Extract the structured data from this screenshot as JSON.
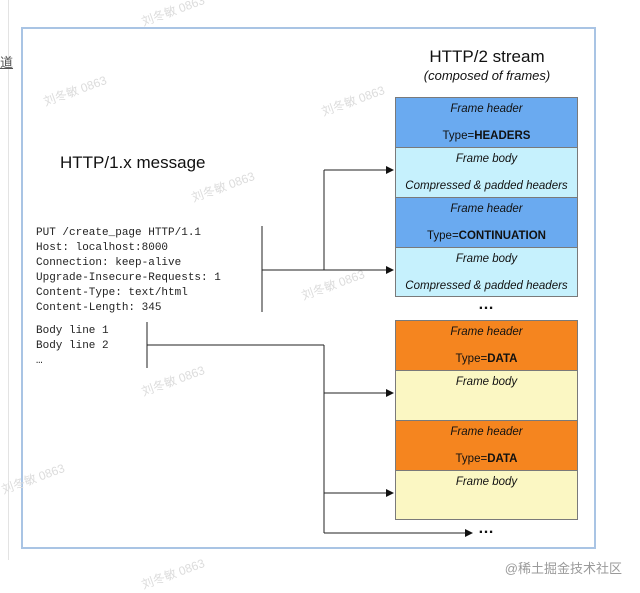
{
  "edge_text": "道",
  "stream": {
    "title": "HTTP/2 stream",
    "subtitle": "(composed of frames)"
  },
  "message": {
    "title": "HTTP/1.x message",
    "headers": "PUT /create_page HTTP/1.1\nHost: localhost:8000\nConnection: keep-alive\nUpgrade-Insecure-Requests: 1\nContent-Type: text/html\nContent-Length: 345",
    "body": "Body line 1\nBody line 2\n…"
  },
  "frames": [
    {
      "top_label": "Frame header",
      "bottom_prefix": "Type=",
      "bottom_bold": "HEADERS",
      "color": "#6aaaf0"
    },
    {
      "top_label": "Frame body",
      "bottom_text": "Compressed & padded headers",
      "color": "#c6f1fd"
    },
    {
      "top_label": "Frame header",
      "bottom_prefix": "Type=",
      "bottom_bold": "CONTINUATION",
      "color": "#6aaaf0"
    },
    {
      "top_label": "Frame body",
      "bottom_text": "Compressed & padded headers",
      "color": "#c6f1fd"
    },
    {
      "top_label": "Frame header",
      "bottom_prefix": "Type=",
      "bottom_bold": "DATA",
      "color": "#f5851f"
    },
    {
      "top_label": "Frame body",
      "color": "#fbf7c3"
    },
    {
      "top_label": "Frame header",
      "bottom_prefix": "Type=",
      "bottom_bold": "DATA",
      "color": "#f5851f"
    },
    {
      "top_label": "Frame body",
      "color": "#fbf7c3"
    }
  ],
  "ellipsis": "…",
  "watermark": "刘冬敏 0863",
  "credit": "@稀土掘金技术社区"
}
